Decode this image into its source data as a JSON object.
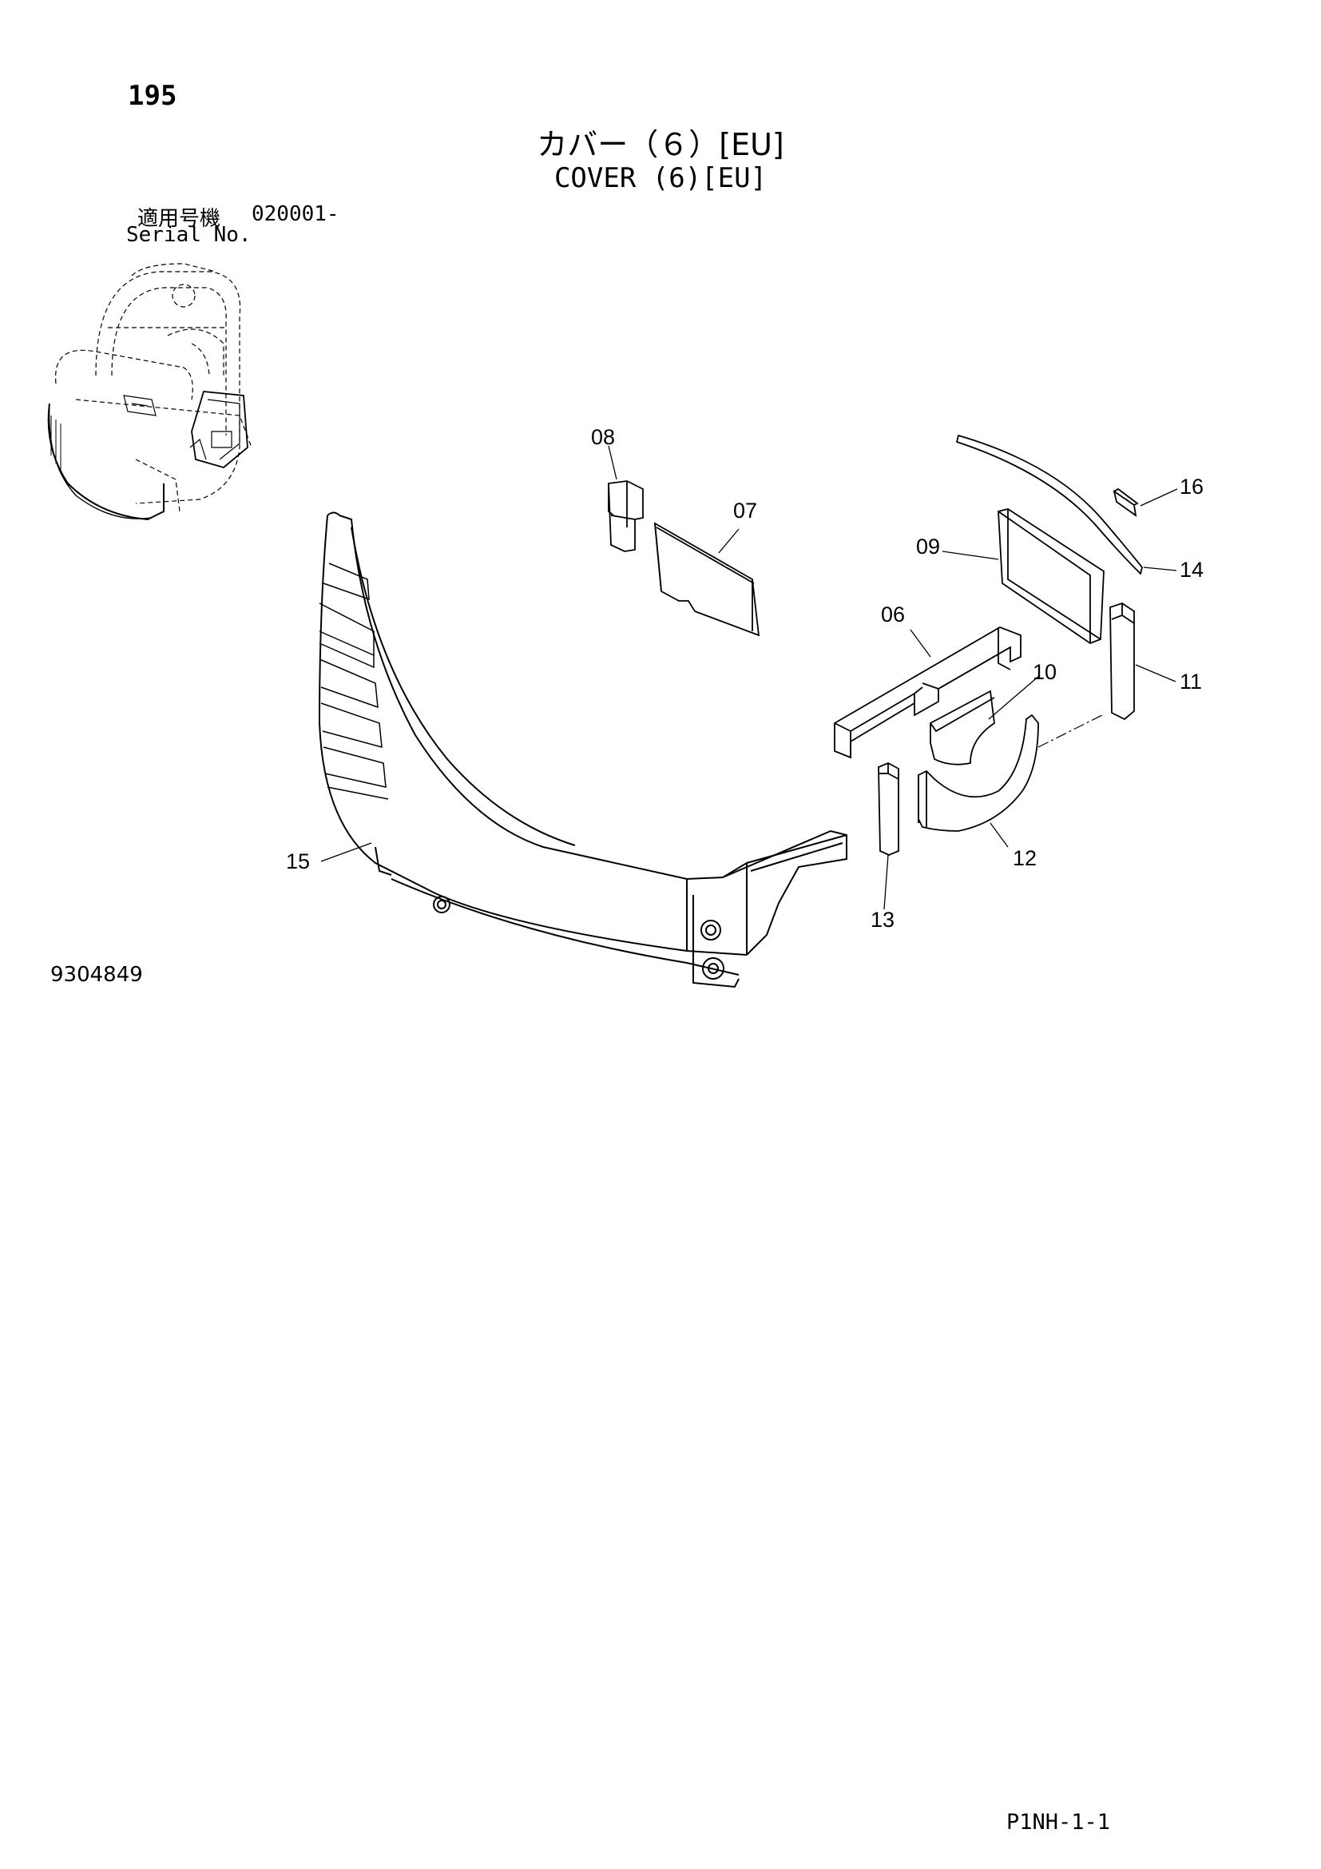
{
  "header": {
    "page_number": "195",
    "title_jp": "カバー（６）[EU]",
    "title_en": "COVER (6)[EU]"
  },
  "serial": {
    "label_jp": "適用号機",
    "value": "020001-",
    "label_en": "Serial No."
  },
  "parts": {
    "p06": "06",
    "p07": "07",
    "p08": "08",
    "p09": "09",
    "p10": "10",
    "p11": "11",
    "p12": "12",
    "p13": "13",
    "p14": "14",
    "p15": "15",
    "p16": "16"
  },
  "footer": {
    "doc_number": "9304849",
    "page_code": "P1NH-1-1"
  }
}
